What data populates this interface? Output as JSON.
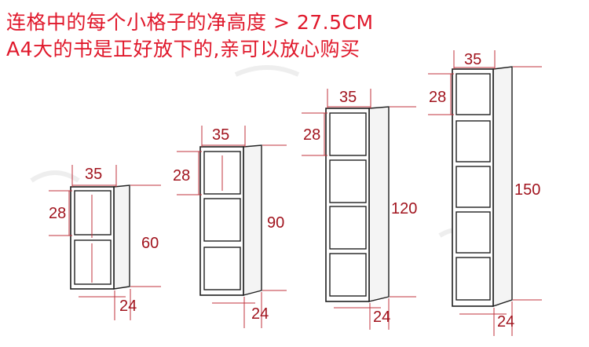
{
  "headline": {
    "line1": "连格中的每个小格子的净高度 > 27.5CM",
    "line2": "A4大的书是正好放下的,亲可以放心购买"
  },
  "colors": {
    "text_red": "#e0182b",
    "dimension_red": "#a1141e",
    "outline": "#1f1f1f"
  },
  "shelves": [
    {
      "width": "35",
      "cell": "28",
      "height": "60",
      "depth": "24"
    },
    {
      "width": "35",
      "cell": "28",
      "height": "90",
      "depth": "24"
    },
    {
      "width": "35",
      "cell": "28",
      "height": "120",
      "depth": "24"
    },
    {
      "width": "35",
      "cell": "28",
      "height": "150",
      "depth": "24"
    }
  ]
}
